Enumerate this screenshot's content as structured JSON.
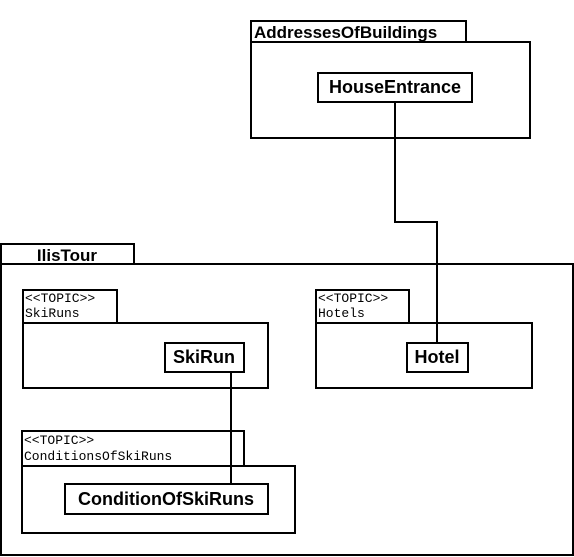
{
  "packages": {
    "addresses": {
      "title": "AddressesOfBuildings",
      "classes": {
        "house_entrance": "HouseEntrance"
      }
    },
    "ilis_tour": {
      "title": "IlisTour",
      "topics": {
        "ski_runs": {
          "stereotype": "<<TOPIC>>",
          "name": "SkiRuns",
          "classes": {
            "ski_run": "SkiRun"
          }
        },
        "hotels": {
          "stereotype": "<<TOPIC>>",
          "name": "Hotels",
          "classes": {
            "hotel": "Hotel"
          }
        },
        "conditions": {
          "stereotype": "<<TOPIC>>",
          "name": "ConditionsOfSkiRuns",
          "classes": {
            "condition_of_ski_runs": "ConditionOfSkiRuns"
          }
        }
      }
    }
  },
  "colors": {
    "stroke": "#000000",
    "background": "#ffffff"
  }
}
